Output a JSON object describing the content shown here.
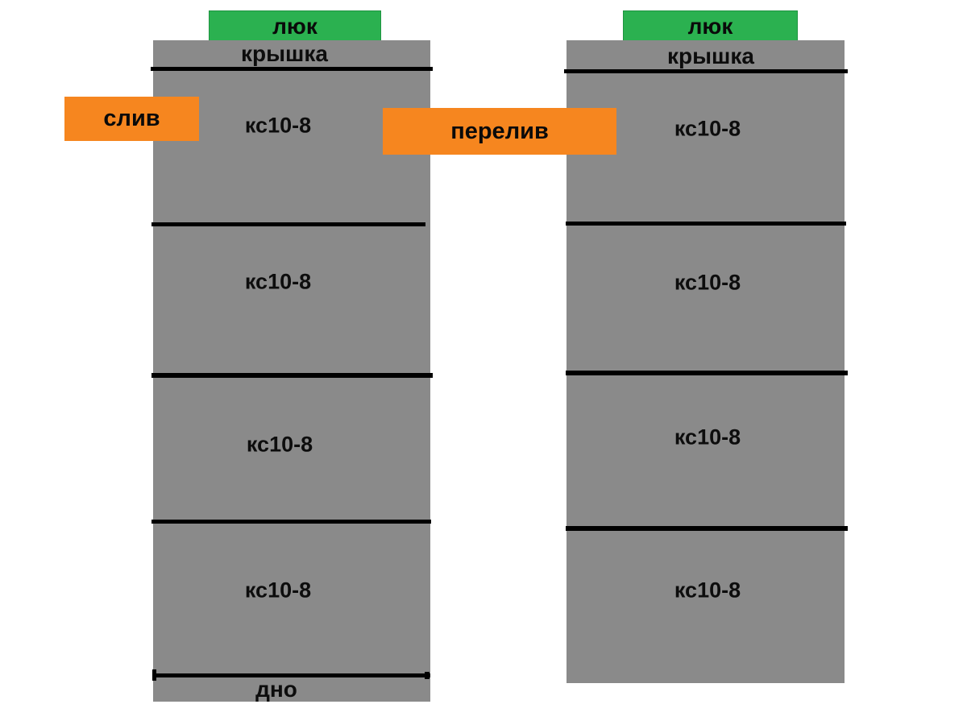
{
  "canvas": {
    "background": "#ffffff"
  },
  "colors": {
    "ring_gray": "#8a8a8a",
    "hatch_green": "#2bb150",
    "pipe_orange": "#f6861f",
    "joint_line_black": "#000000",
    "text_black": "#0d0d0d"
  },
  "left_well": {
    "hatch_label": "люк",
    "cover_label": "крышка",
    "rings": [
      "кс10-8",
      "кс10-8",
      "кс10-8",
      "кс10-8"
    ],
    "bottom_label": "дно"
  },
  "right_well": {
    "hatch_label": "люк",
    "cover_label": "крышка",
    "rings": [
      "кс10-8",
      "кс10-8",
      "кс10-8",
      "кс10-8"
    ]
  },
  "pipes": {
    "drain_label": "слив",
    "overflow_label": "перелив"
  }
}
